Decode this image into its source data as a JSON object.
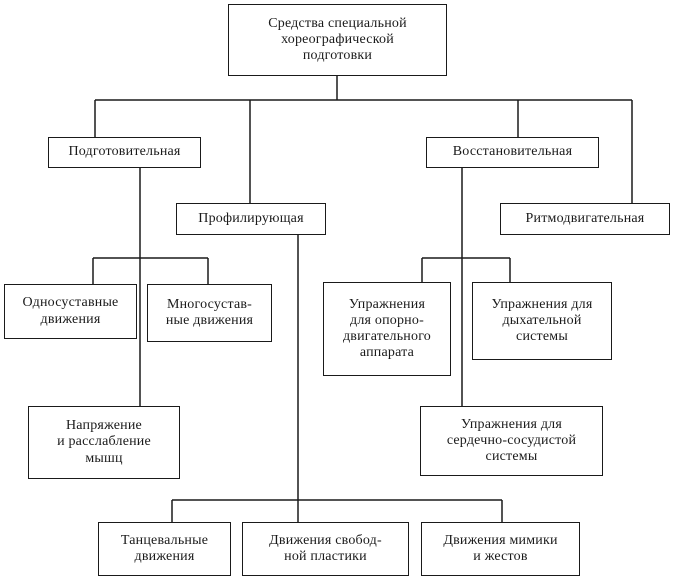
{
  "nodes": {
    "root": "Средства специальной\nхореографической\nподготовки",
    "preparatory": "Подготовительная",
    "restorative": "Восстановительная",
    "profiling": "Профилирующая",
    "rhythmomotor": "Ритмодвигательная",
    "single_joint": "Односуставные\nдвижения",
    "multi_joint": "Многосустав-\nные движения",
    "musculoskeletal": "Упражнения\nдля опорно-\nдвигательного\nаппарата",
    "respiratory": "Упражнения для\nдыхательной\nсистемы",
    "tension": "Напряжение\nи расслабление\nмышц",
    "cardiovascular": "Упражнения для\nсердечно-сосудистой\nсистемы",
    "dance": "Танцевальные\nдвижения",
    "free_plastic": "Движения свобод-\nной пластики",
    "mimicry": "Движения мимики\nи жестов"
  }
}
